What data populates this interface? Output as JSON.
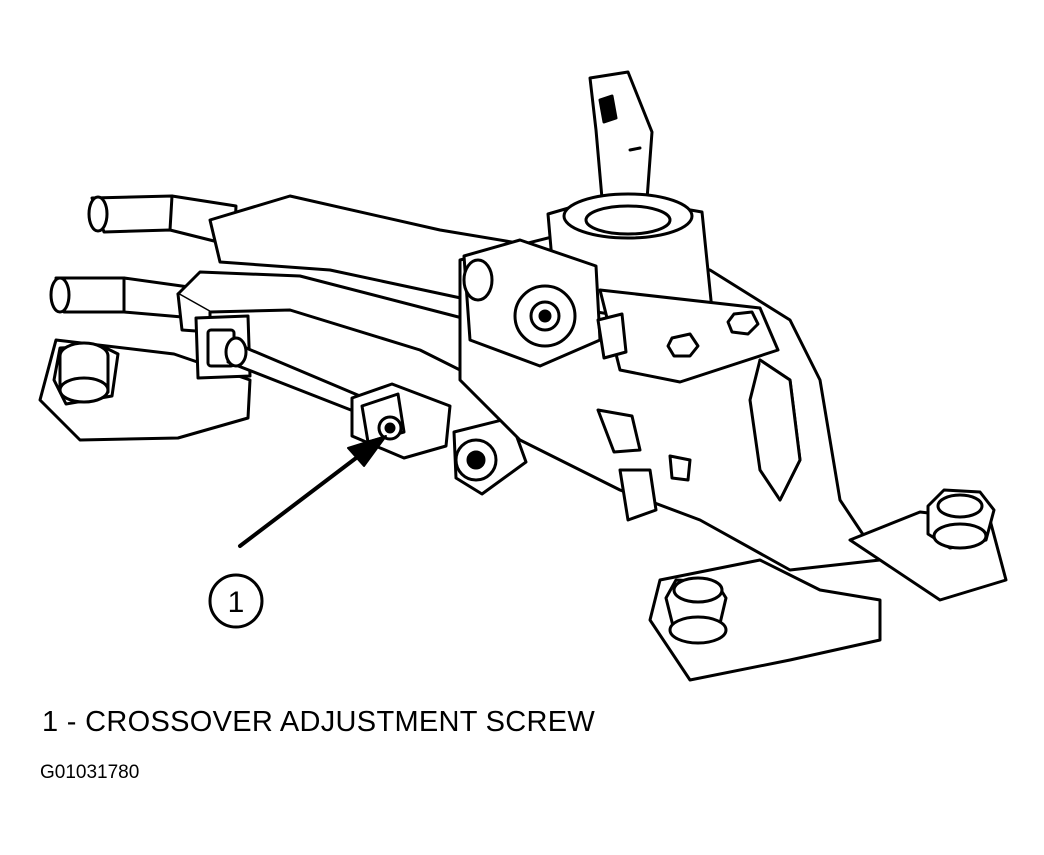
{
  "callout": {
    "number": "1"
  },
  "legend": {
    "items": [
      {
        "text": "1 - CROSSOVER ADJUSTMENT SCREW"
      }
    ]
  },
  "figure": {
    "id": "G01031780"
  },
  "colors": {
    "line": "#000000",
    "background": "#ffffff"
  }
}
